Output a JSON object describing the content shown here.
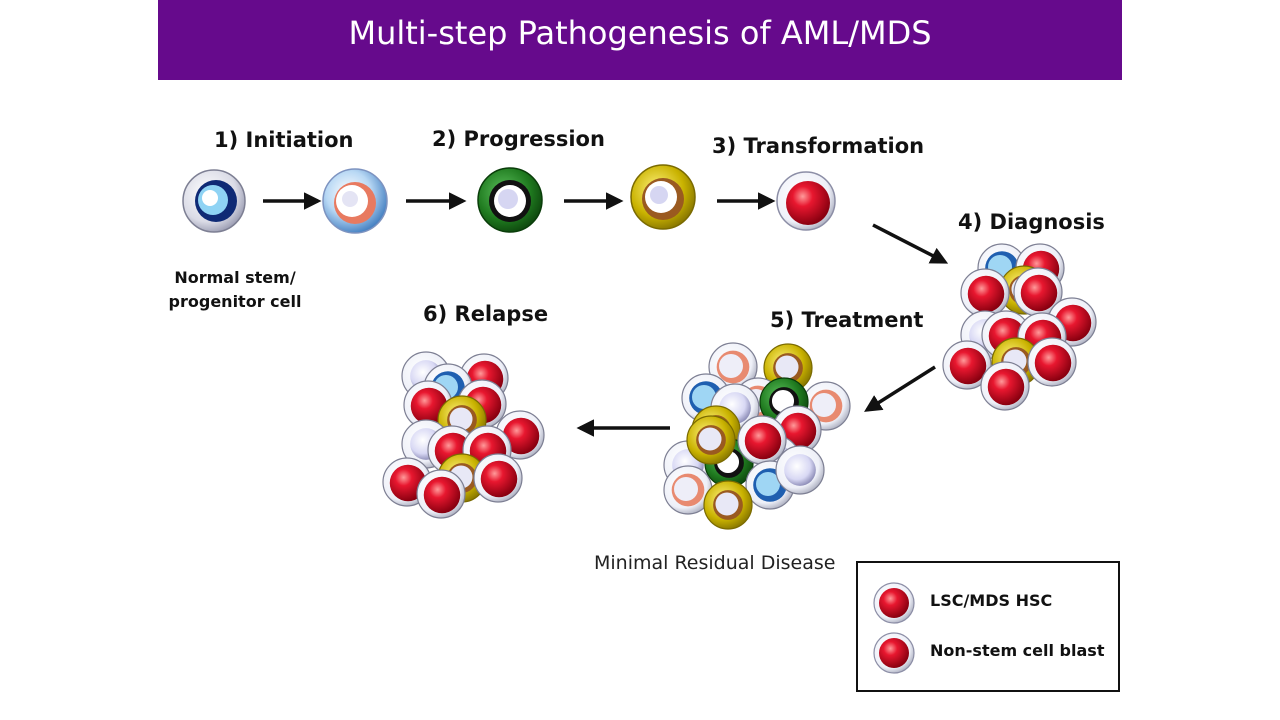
{
  "title": "Multi-step Pathogenesis of AML/MDS",
  "steps": {
    "initiation": "1) Initiation",
    "progression": "2) Progression",
    "transformation": "3) Transformation",
    "diagnosis": "4) Diagnosis",
    "treatment": "5) Treatment",
    "relapse": "6) Relapse"
  },
  "normal_cell_caption": [
    "Normal stem/",
    "progenitor cell"
  ],
  "treatment_caption": "Minimal Residual Disease",
  "legend": {
    "items": [
      {
        "label": "LSC/MDS HSC",
        "color": "#d8102a"
      },
      {
        "label": "Non-stem cell blast",
        "color": "#d8102a"
      }
    ]
  },
  "colors": {
    "title_bar": "#660a8c",
    "leukemic": "#d8102a",
    "progression": "#1f7a1f",
    "transformation": "#c9b200",
    "normal": "#1a3f9e"
  }
}
